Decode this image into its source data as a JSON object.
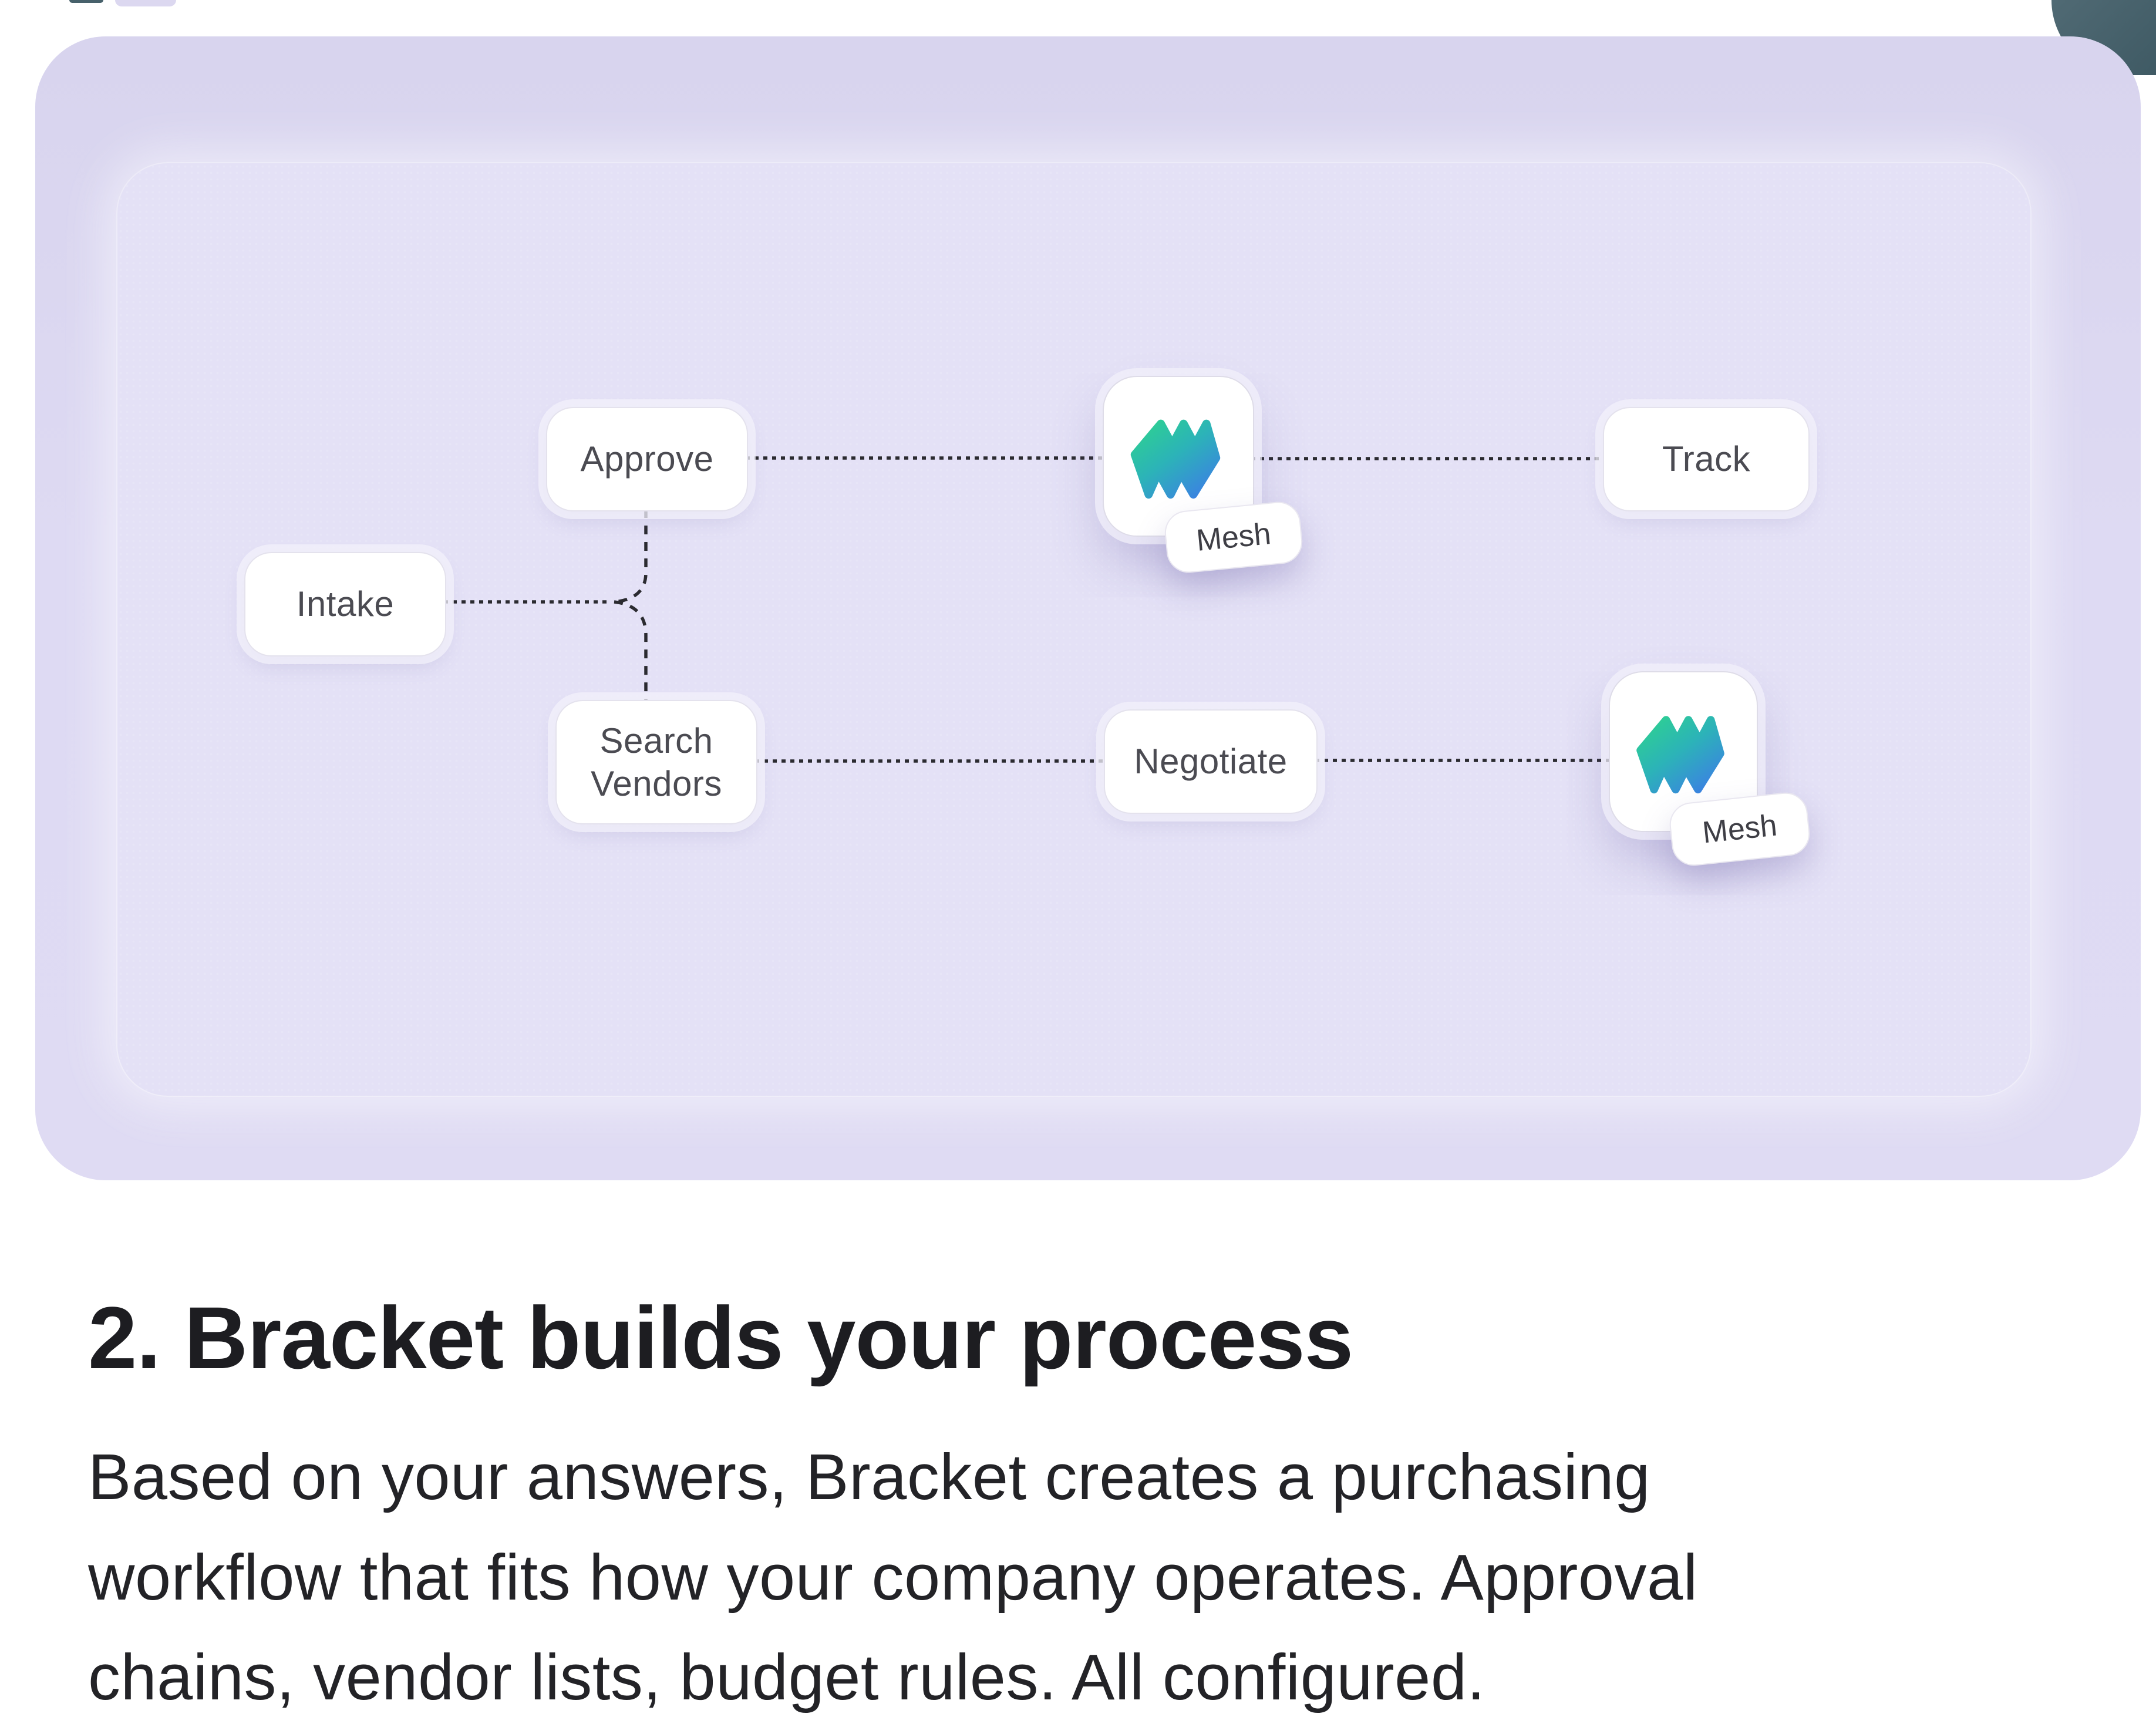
{
  "diagram": {
    "nodes": [
      {
        "id": "intake",
        "label": "Intake"
      },
      {
        "id": "approve",
        "label": "Approve"
      },
      {
        "id": "search",
        "label": "Search Vendors"
      },
      {
        "id": "negotiate",
        "label": "Negotiate"
      },
      {
        "id": "track",
        "label": "Track"
      }
    ],
    "mesh_cards": [
      {
        "tag": "Mesh"
      },
      {
        "tag": "Mesh"
      }
    ]
  },
  "section": {
    "heading": "2. Bracket builds your process",
    "body": "Based on your answers, Bracket creates a purchasing\nworkflow that fits how your company operates. Approval\nchains, vendor lists, budget rules. All configured."
  },
  "colors": {
    "card_bg": "#dedaf3",
    "panel_bg": "#e4e1f6",
    "connector": "#2b2b30",
    "node_text": "#4b4b52",
    "heading_text": "#1d1d21",
    "body_text": "#232327",
    "logo_green": "#2ed38e",
    "logo_teal": "#2cb3b8",
    "logo_blue": "#3b82e2",
    "offscreen_corner": "#3f5a64"
  }
}
